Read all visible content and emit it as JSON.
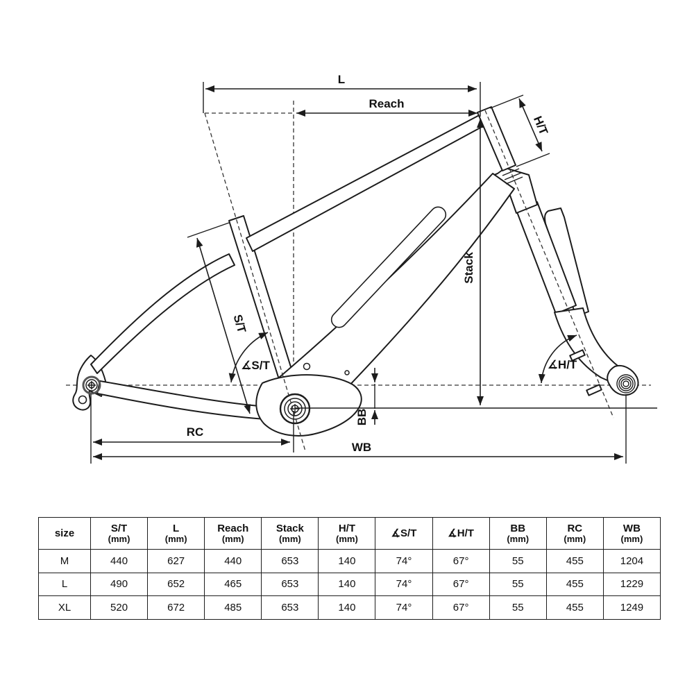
{
  "figure": {
    "description": "Bicycle frame geometry drawing with dimension table"
  },
  "diagram": {
    "labels": {
      "l": "L",
      "reach": "Reach",
      "ht": "H/T",
      "stack": "Stack",
      "st": "S/T",
      "st_angle": "∡S/T",
      "ht_angle": "∡H/T",
      "bb": "BB",
      "rc": "RC",
      "wb": "WB"
    }
  },
  "table": {
    "headers": [
      {
        "main": "size",
        "sub": ""
      },
      {
        "main": "S/T",
        "sub": "(mm)"
      },
      {
        "main": "L",
        "sub": "(mm)"
      },
      {
        "main": "Reach",
        "sub": "(mm)"
      },
      {
        "main": "Stack",
        "sub": "(mm)"
      },
      {
        "main": "H/T",
        "sub": "(mm)"
      },
      {
        "main": "∡S/T",
        "sub": ""
      },
      {
        "main": "∡H/T",
        "sub": ""
      },
      {
        "main": "BB",
        "sub": "(mm)"
      },
      {
        "main": "RC",
        "sub": "(mm)"
      },
      {
        "main": "WB",
        "sub": "(mm)"
      }
    ],
    "rows": [
      {
        "cells": [
          "M",
          "440",
          "627",
          "440",
          "653",
          "140",
          "74°",
          "67°",
          "55",
          "455",
          "1204"
        ]
      },
      {
        "cells": [
          "L",
          "490",
          "652",
          "465",
          "653",
          "140",
          "74°",
          "67°",
          "55",
          "455",
          "1229"
        ]
      },
      {
        "cells": [
          "XL",
          "520",
          "672",
          "485",
          "653",
          "140",
          "74°",
          "67°",
          "55",
          "455",
          "1249"
        ]
      }
    ]
  },
  "colors": {
    "line": "#1c1c1c",
    "background": "#ffffff"
  }
}
